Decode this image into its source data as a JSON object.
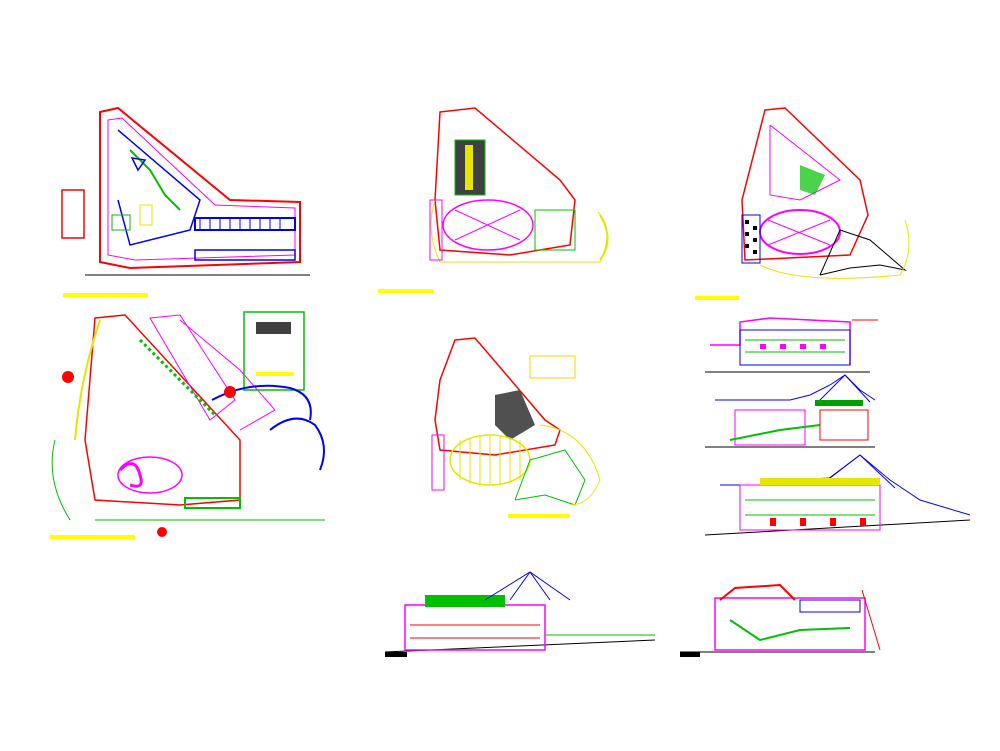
{
  "sheet": {
    "background": "#ffffff",
    "views": [
      {
        "id": "plan-1",
        "kind": "floor-plan",
        "title_bar": true
      },
      {
        "id": "plan-2",
        "kind": "floor-plan",
        "title_bar": true
      },
      {
        "id": "plan-3",
        "kind": "floor-plan",
        "title_bar": true
      },
      {
        "id": "site-plan",
        "kind": "site-plan",
        "title_bar": true
      },
      {
        "id": "roof-plan",
        "kind": "roof-plan",
        "title_bar": true
      },
      {
        "id": "elevation-1",
        "kind": "elevation"
      },
      {
        "id": "elevation-2",
        "kind": "elevation"
      },
      {
        "id": "elevation-3",
        "kind": "elevation"
      },
      {
        "id": "section-1",
        "kind": "section"
      },
      {
        "id": "section-2",
        "kind": "section"
      }
    ]
  },
  "colors": {
    "title_bar": "#ffff00",
    "wall_red": "#ff0000",
    "magenta": "#ff00ff",
    "blue": "#0000ff",
    "green": "#00c000",
    "yellow": "#e6e600",
    "cyan": "#00b4b4",
    "black": "#000000",
    "grey": "#808080"
  }
}
